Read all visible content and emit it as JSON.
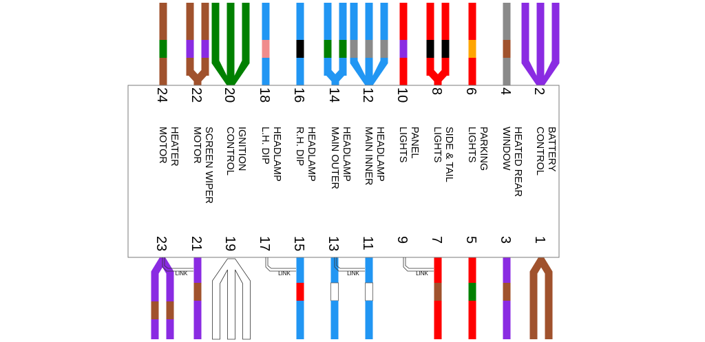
{
  "colors": {
    "brown": "#a0522d",
    "green": "#008000",
    "purple": "#8a2be2",
    "blue": "#2196f3",
    "pink": "#f08c8c",
    "black": "#000000",
    "gray": "#8a8a8a",
    "red": "#ff0000",
    "orange": "#ffa500",
    "white": "#ffffff"
  },
  "top_pins": [
    {
      "pin": "24",
      "label": [
        "HEATER",
        "MOTOR"
      ],
      "wire": "single",
      "bands": [
        "brown",
        "green",
        "brown"
      ]
    },
    {
      "pin": "22",
      "label": [
        "SCREEN WIPER",
        "MOTOR"
      ],
      "wire": "double",
      "bands": [
        "brown",
        "purple",
        "brown"
      ]
    },
    {
      "pin": "20",
      "label": [
        "IGNITION",
        "CONTROL"
      ],
      "wire": "triple",
      "bands": [
        "green",
        "green",
        "green"
      ]
    },
    {
      "pin": "18",
      "label": [
        "HEADLAMP",
        "L.H. DIP"
      ],
      "wire": "single",
      "bands": [
        "blue",
        "pink",
        "blue"
      ]
    },
    {
      "pin": "16",
      "label": [
        "HEADLAMP",
        "R.H. DIP"
      ],
      "wire": "single",
      "bands": [
        "blue",
        "black",
        "blue"
      ]
    },
    {
      "pin": "14",
      "label": [
        "HEADLAMP",
        "MAIN OUTER"
      ],
      "wire": "double",
      "bands": [
        "blue",
        "green",
        "blue"
      ]
    },
    {
      "pin": "12",
      "label": [
        "HEADLAMP",
        "MAIN INNER"
      ],
      "wire": "triple",
      "bands": [
        "blue",
        "gray",
        "blue"
      ]
    },
    {
      "pin": "10",
      "label": [
        "PANEL",
        "LIGHTS"
      ],
      "wire": "single",
      "bands": [
        "red",
        "purple",
        "red"
      ]
    },
    {
      "pin": "8",
      "label": [
        "SIDE & TAIL",
        "LIGHTS"
      ],
      "wire": "double",
      "bands": [
        "red",
        "black",
        "red"
      ]
    },
    {
      "pin": "6",
      "label": [
        "PARKING",
        "LIGHTS"
      ],
      "wire": "single",
      "bands": [
        "red",
        "orange",
        "red"
      ]
    },
    {
      "pin": "4",
      "label": [
        "HEATED REAR",
        "WINDOW"
      ],
      "wire": "single",
      "bands": [
        "gray",
        "brown",
        "gray"
      ]
    },
    {
      "pin": "2",
      "label": [
        "BATTERY",
        "CONTROL"
      ],
      "wire": "triple",
      "bands": [
        "purple",
        "purple",
        "purple"
      ]
    }
  ],
  "bottom_pins": [
    {
      "pin": "23",
      "wire": "double",
      "bands": [
        "purple",
        "brown",
        "purple"
      ]
    },
    {
      "pin": "21",
      "wire": "single",
      "bands": [
        "purple",
        "brown",
        "purple"
      ]
    },
    {
      "pin": "19",
      "wire": "triple",
      "bands": [
        "white",
        "white",
        "white"
      ]
    },
    {
      "pin": "17",
      "wire": "none",
      "bands": []
    },
    {
      "pin": "15",
      "wire": "single",
      "bands": [
        "blue",
        "red",
        "blue"
      ]
    },
    {
      "pin": "13",
      "wire": "single",
      "bands": [
        "blue",
        "white",
        "blue"
      ]
    },
    {
      "pin": "11",
      "wire": "single",
      "bands": [
        "blue",
        "white",
        "blue"
      ]
    },
    {
      "pin": "9",
      "wire": "none",
      "bands": []
    },
    {
      "pin": "7",
      "wire": "single",
      "bands": [
        "red",
        "brown",
        "red"
      ]
    },
    {
      "pin": "5",
      "wire": "single",
      "bands": [
        "red",
        "green",
        "red"
      ]
    },
    {
      "pin": "3",
      "wire": "single",
      "bands": [
        "purple",
        "brown",
        "purple"
      ]
    },
    {
      "pin": "1",
      "wire": "double",
      "bands": [
        "brown",
        "brown",
        "brown"
      ]
    }
  ],
  "links": [
    {
      "label": "LINK",
      "from": "23",
      "to": "21"
    },
    {
      "label": "LINK",
      "from": "17",
      "to": "15"
    },
    {
      "label": "LINK",
      "from": "13",
      "to": "11"
    },
    {
      "label": "LINK",
      "from": "9",
      "to": "7"
    }
  ]
}
